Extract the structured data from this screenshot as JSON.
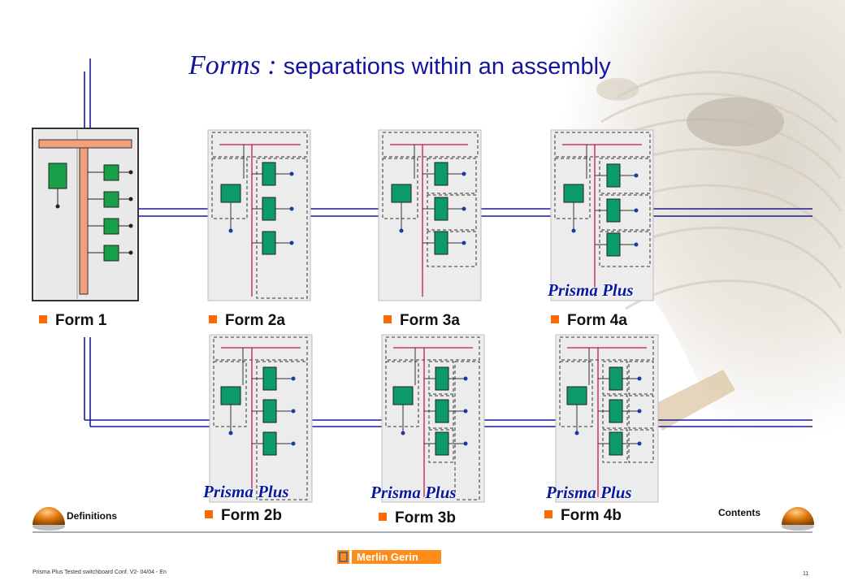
{
  "title": {
    "forms_word": "Forms :",
    "subtitle": "separations within an assembly"
  },
  "colors": {
    "title_blue": "#1414a0",
    "bullet_orange": "#ff6a00",
    "prisma_blue": "#0a1aa0",
    "busbar_green": "#0d9a6a",
    "logo_orange": "#ff8c1a"
  },
  "forms": {
    "form1": "Form 1",
    "form2a": "Form 2a",
    "form3a": "Form 3a",
    "form4a": "Form 4a",
    "form2b": "Form 2b",
    "form3b": "Form 3b",
    "form4b": "Form 4b"
  },
  "prisma_label": "Prisma Plus",
  "nav": {
    "definitions": "Definitions",
    "contents": "Contents",
    "definitions_icon": "orange-dome-button-icon",
    "contents_icon": "orange-dome-button-icon"
  },
  "footer": {
    "doc_ref": "Prisma Plus Tested switchboard Conf. V2- 04/04 - En",
    "page": "11",
    "brand": "Merlin Gerin"
  }
}
